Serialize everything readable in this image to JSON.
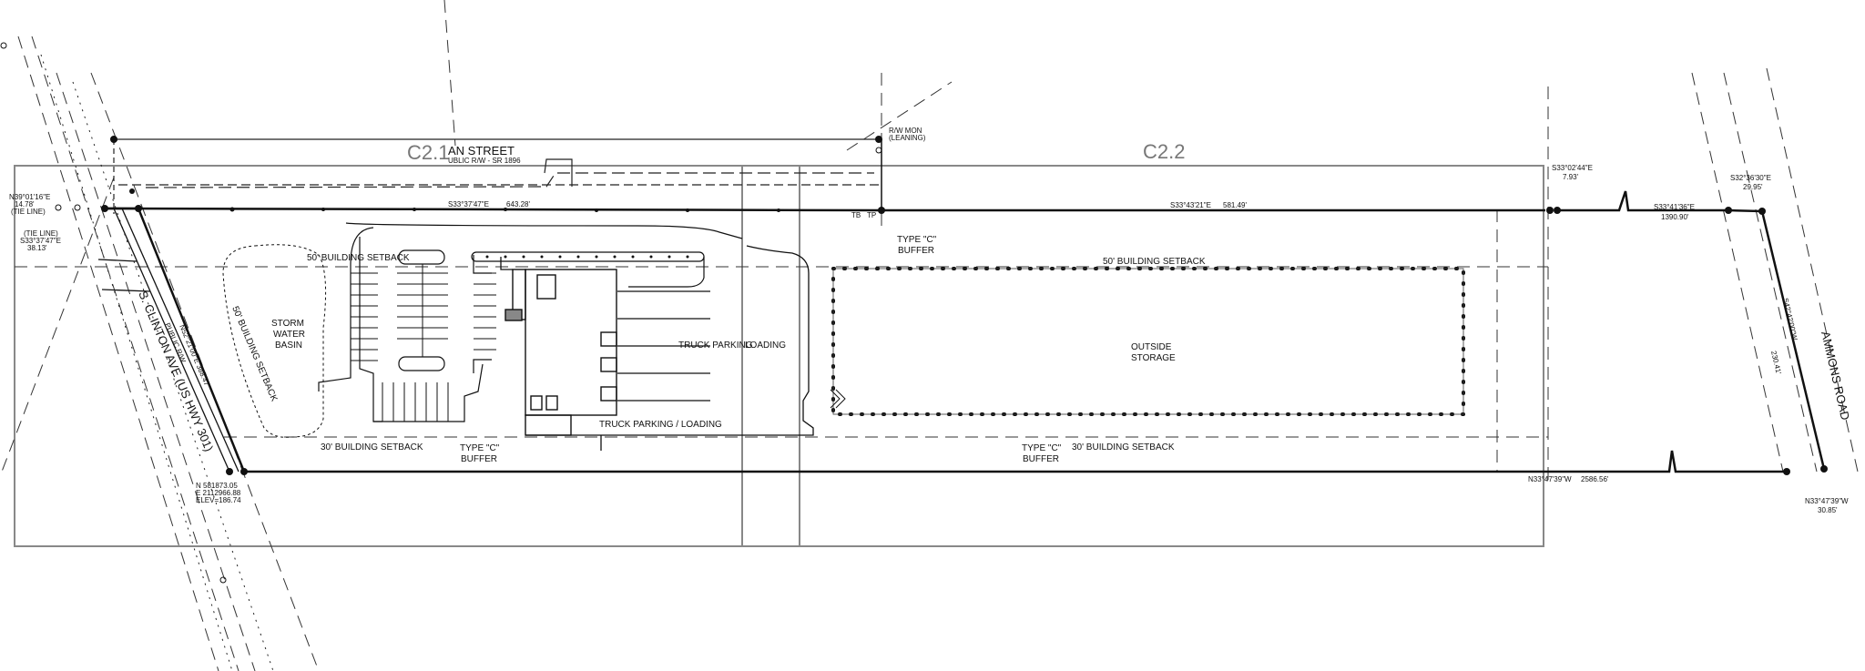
{
  "sheet_labels": {
    "left": "C2.1",
    "right": "C2.2"
  },
  "roads": {
    "street_name": "AN STREET",
    "street_sub": "UBLIC R/W - SR 1896",
    "clinton": "S. CLINTON AVE (US HWY 301)",
    "clinton_sub": "PUBLIC R/W",
    "ammons": "AMMONS ROAD"
  },
  "zones": {
    "storm": [
      "STORM",
      "WATER",
      "BASIN"
    ],
    "outside": [
      "OUTSIDE",
      "STORAGE"
    ],
    "truck_a": "TRUCK PARKING",
    "truck_b": "LOADING",
    "truck_c": "TRUCK PARKING / LOADING"
  },
  "setbacks": {
    "b50": "50' BUILDING SETBACK",
    "b30": "30' BUILDING SETBACK"
  },
  "buffer": [
    "TYPE \"C\"",
    "BUFFER"
  ],
  "bearings": {
    "top_left": "S33°37'47\"E",
    "top_left_dist": "643.28'",
    "top_right": "S33°43'21\"E",
    "top_right_dist": "581.49'",
    "far_top_a": "S33°02'44\"E",
    "far_top_a_dist": "7.93'",
    "far_top_b": "S33°41'36\"E",
    "far_top_b_dist": "1390.90'",
    "far_top_c": "S32°36'30\"E",
    "far_top_c_dist": "29.95'",
    "right_edge": "S42°42'00\"W",
    "right_edge_dist": "230.41'",
    "bottom": "N33°47'39\"W",
    "bottom_dist": "2586.56'",
    "bottom_right": "N33°47'39\"W",
    "bottom_right_dist": "30.85'",
    "tie1": "N39°01'16\"E",
    "tie1_dist": "14.78'",
    "tie1_note": "(TIE LINE)",
    "tie2_note": "(TIE LINE)",
    "tie2": "S33°37'47\"E",
    "tie2_dist": "38.13'",
    "clinton_b": "N52°21'00\"E 388.47'"
  },
  "notes": {
    "rw_mon": "R/W MON",
    "rw_mon_sub": "(LEANING)",
    "tb": "TB",
    "tp": "TP",
    "coord1": "N 581873.05",
    "coord2": "E 2112966.88",
    "coord3": "ELEV=186.74"
  },
  "colors": {
    "line": "#111111",
    "frame": "#888888",
    "sheet": "#777777"
  }
}
